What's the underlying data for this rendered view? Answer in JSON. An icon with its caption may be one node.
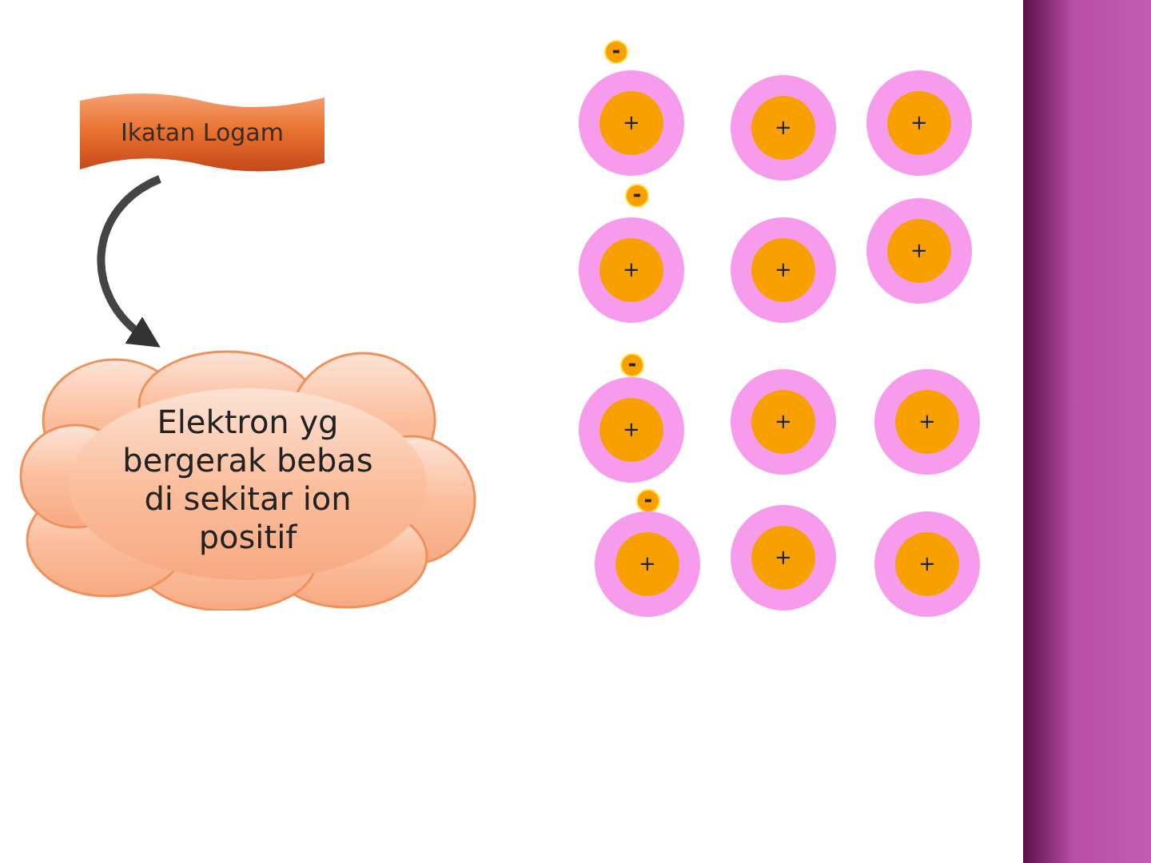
{
  "diagram": {
    "nodes": [
      {
        "text": [
          "Ikatan Logam"
        ]
      },
      {
        "text": [
          "Elektron yg bergerak bebas di sekitar ion positif"
        ]
      },
      {
        "text": [
          "-"
        ]
      },
      {
        "text": [
          "+"
        ]
      },
      {
        "text": [
          "+"
        ]
      },
      {
        "text": [
          "+"
        ]
      },
      {
        "text": [
          "-"
        ]
      },
      {
        "text": [
          "+"
        ]
      },
      {
        "text": [
          "+"
        ]
      },
      {
        "text": [
          "+"
        ]
      },
      {
        "text": [
          "-"
        ]
      },
      {
        "text": [
          "+"
        ]
      },
      {
        "text": [
          "+"
        ]
      },
      {
        "text": [
          "+"
        ]
      },
      {
        "text": [
          "-"
        ]
      },
      {
        "text": [
          "+"
        ]
      },
      {
        "text": [
          "+"
        ]
      },
      {
        "text": [
          "+"
        ]
      }
    ],
    "edges": [
      {
        "from": 0,
        "to": 1,
        "arrow": "to"
      }
    ]
  }
}
